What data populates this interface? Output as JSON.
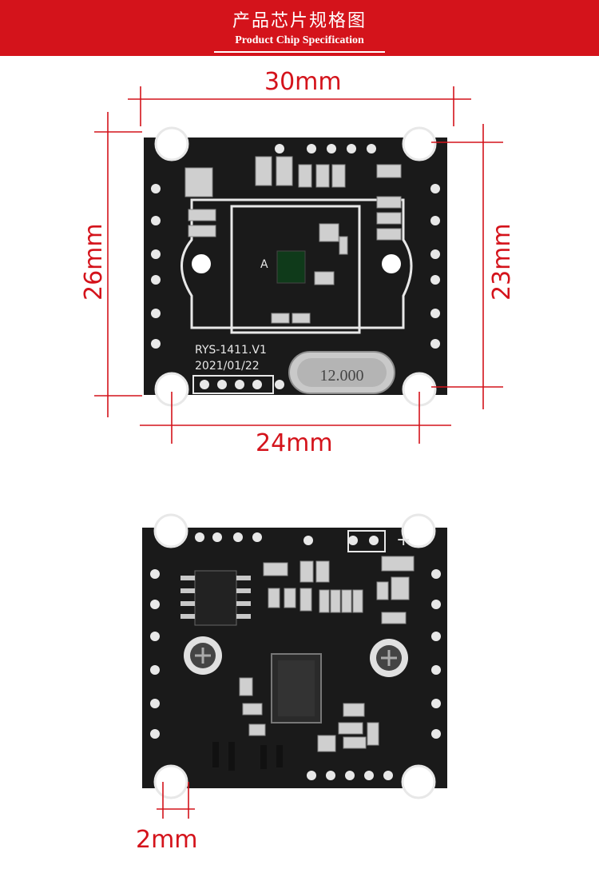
{
  "header": {
    "title_cn": "产品芯片规格图",
    "title_en": "Product Chip Specification"
  },
  "dimensions": {
    "top_width": "30mm",
    "left_height": "26mm",
    "right_height": "23mm",
    "hole_spacing": "24mm",
    "hole_diameter": "2mm"
  },
  "board_front": {
    "silk_model": "RYS-1411.V1",
    "silk_date": "2021/01/22",
    "crystal_label": "12.000",
    "sensor_mark": "A"
  },
  "board_back": {
    "polarity_mark": "+"
  },
  "colors": {
    "banner": "#d4131b",
    "dimension_line": "#d4131b",
    "pcb": "#1a1a1a",
    "silkscreen": "#e8e8e8"
  }
}
